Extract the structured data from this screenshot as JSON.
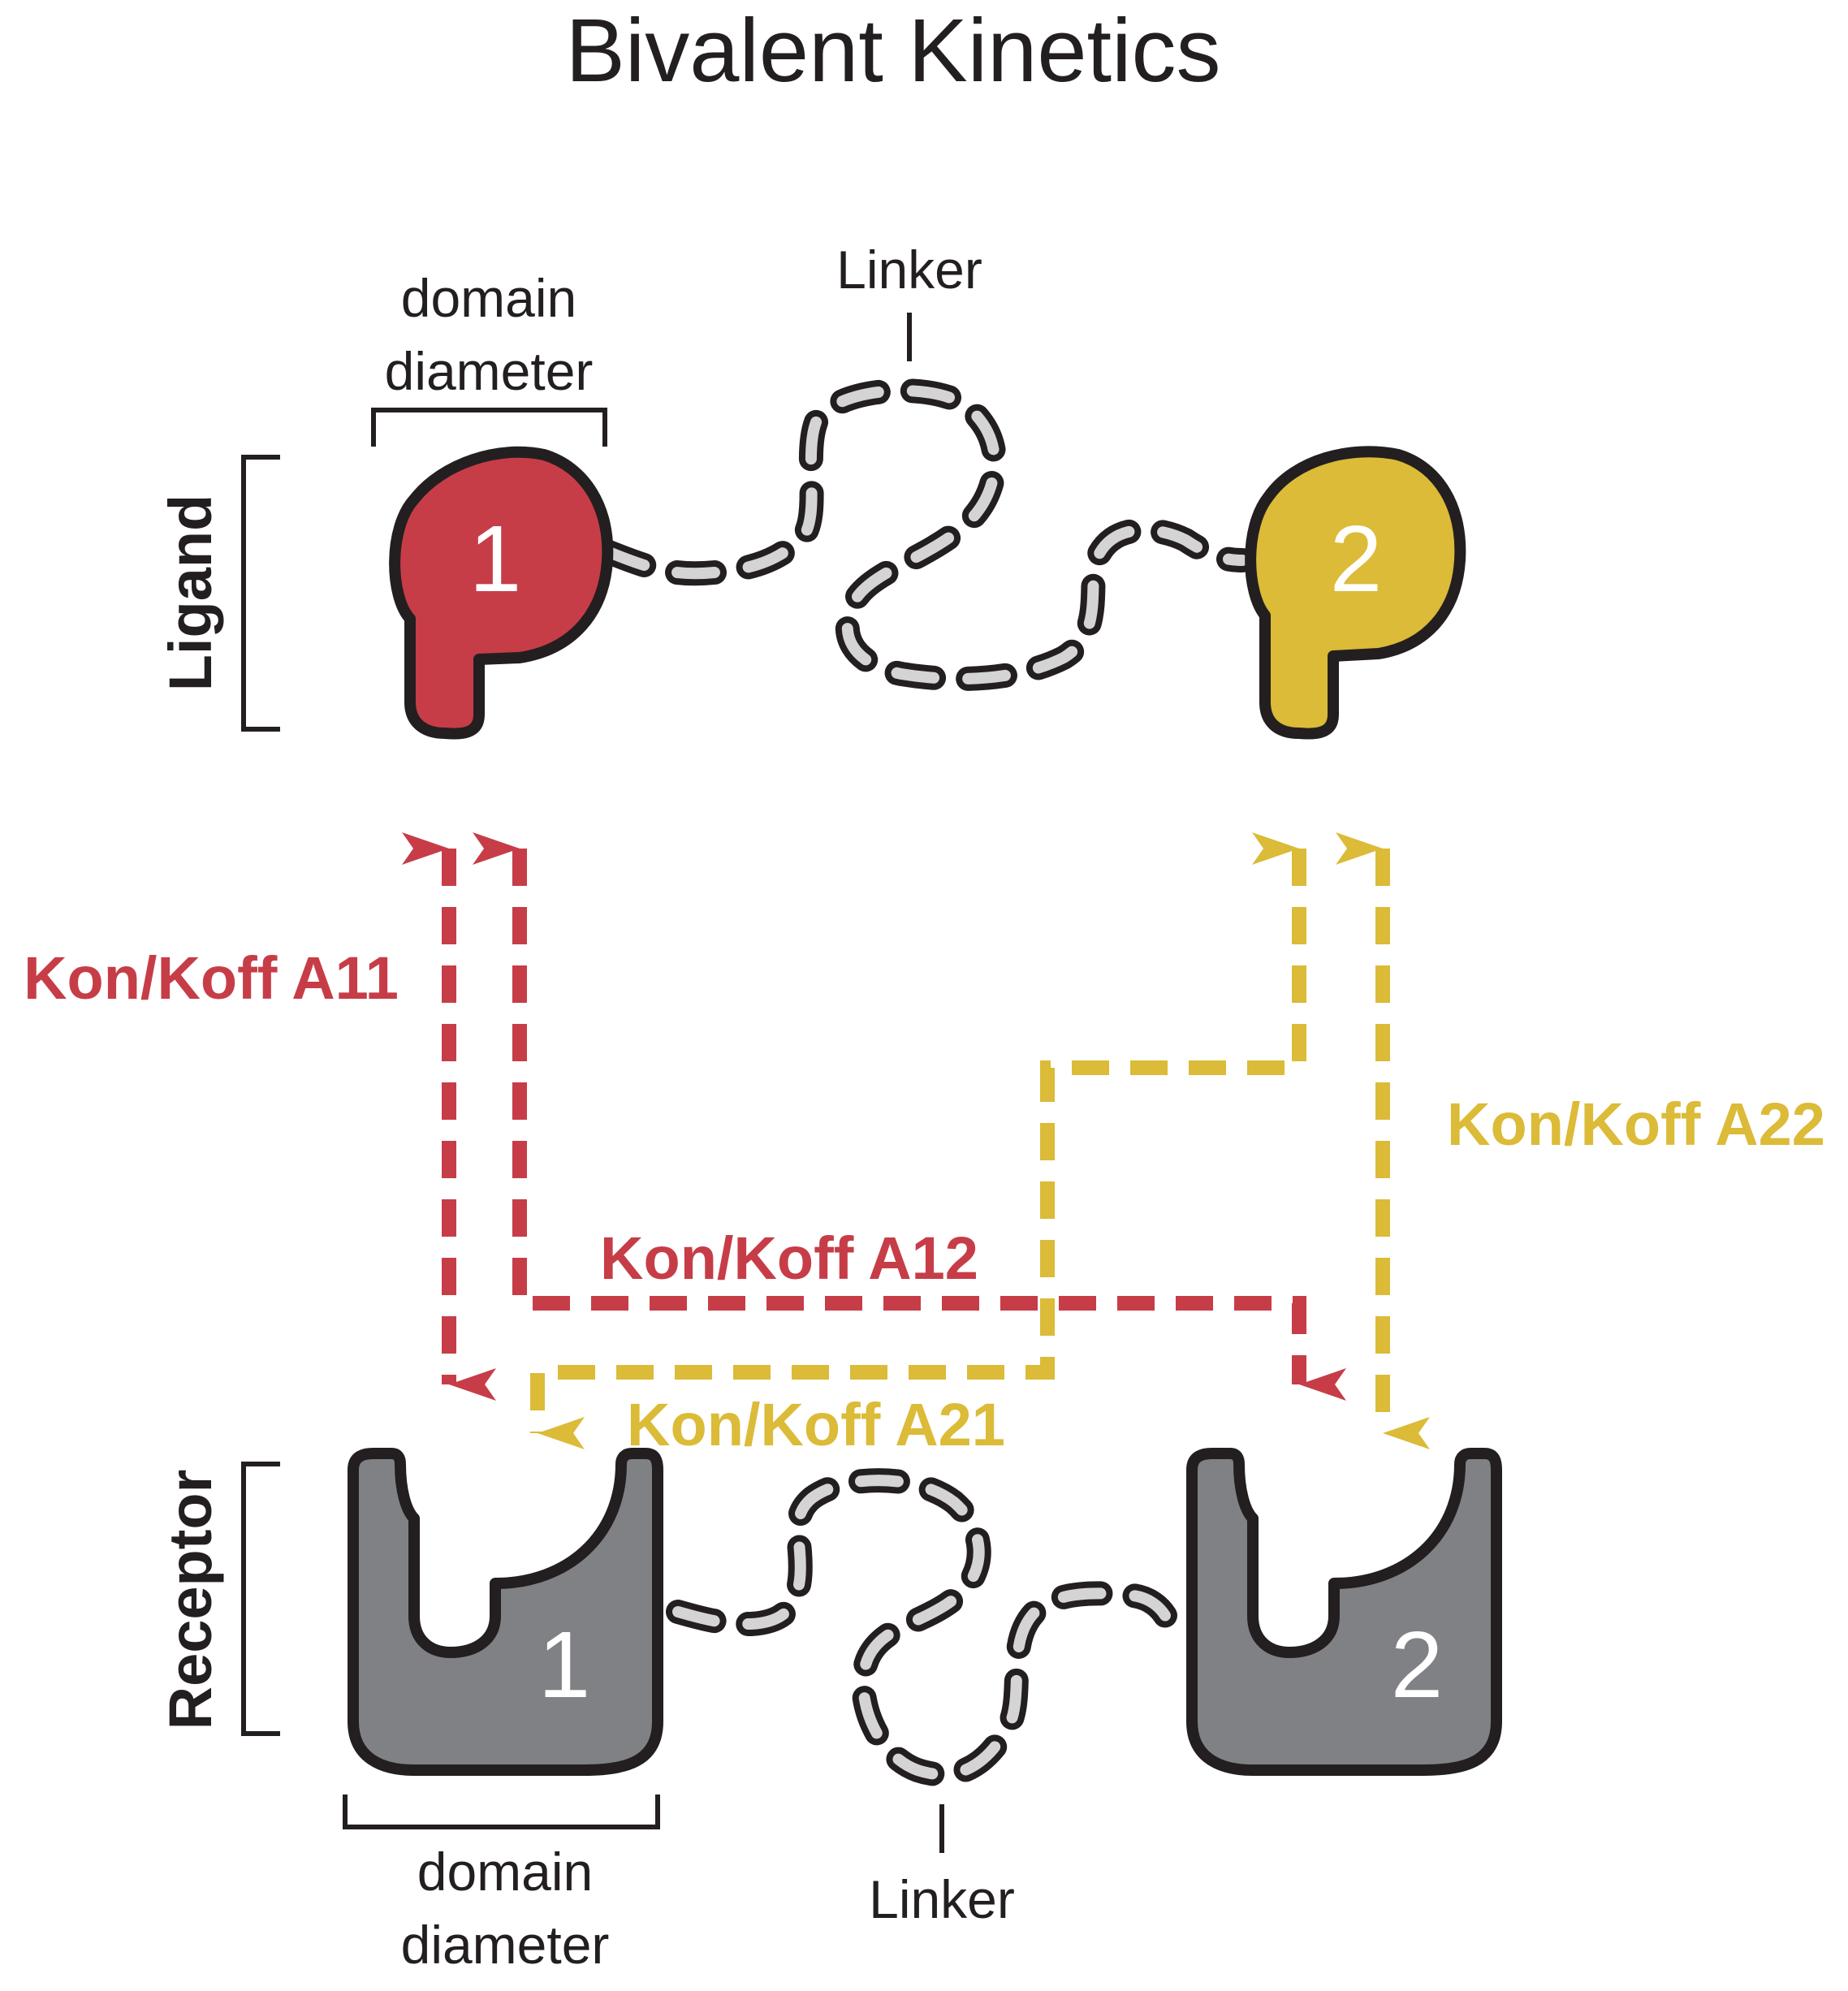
{
  "title": "Bivalent Kinetics",
  "ligand": {
    "side_label": "Ligand",
    "domain_label_line1": "domain",
    "domain_label_line2": "diameter",
    "linker_label": "Linker",
    "domain1_number": "1",
    "domain2_number": "2"
  },
  "receptor": {
    "side_label": "Receptor",
    "domain_label_line1": "domain",
    "domain_label_line2": "diameter",
    "linker_label": "Linker",
    "domain1_number": "1",
    "domain2_number": "2"
  },
  "rates": {
    "a11": "Kon/Koff A11",
    "a12": "Kon/Koff A12",
    "a21": "Kon/Koff A21",
    "a22": "Kon/Koff A22"
  },
  "colors": {
    "red": "#c63d48",
    "yellow": "#dbbb37",
    "gray": "#808184",
    "linker": "#d4d4d4",
    "outline": "#231f20"
  }
}
